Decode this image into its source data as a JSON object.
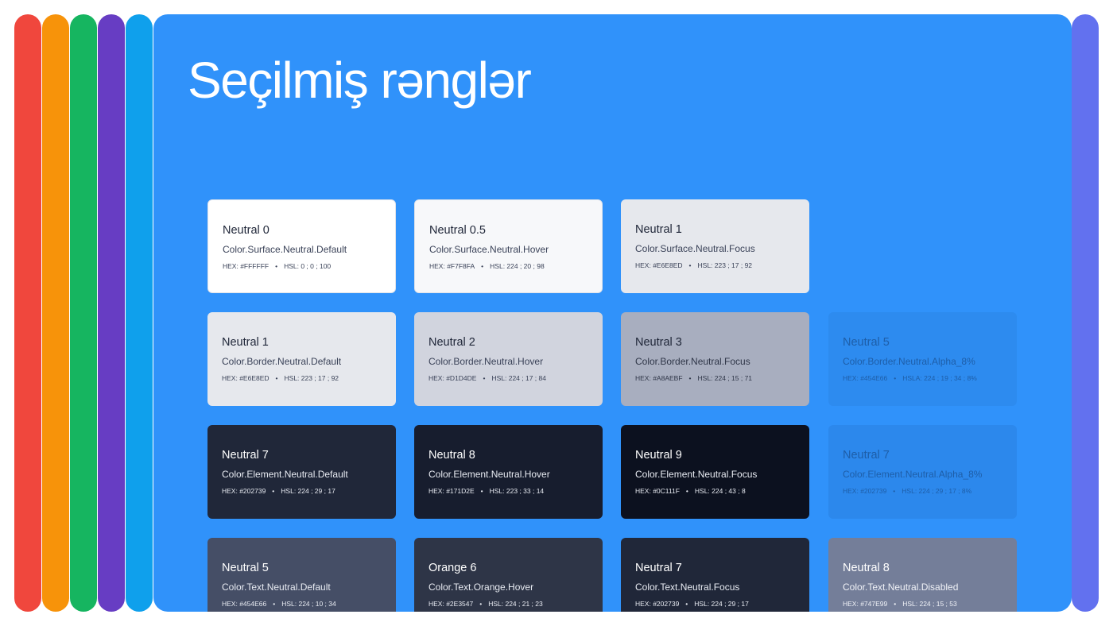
{
  "title": "Seçilmiş rənglər",
  "colors": {
    "strips": [
      "#F0473D",
      "#F7930A",
      "#16B560",
      "#673DC3",
      "#0FA0EC"
    ],
    "right_strip": "#6271EF",
    "panel": "#3092FA"
  },
  "cards": [
    {
      "name": "Neutral 0",
      "token": "Color.Surface.Neutral.Default",
      "hex": "HEX: #FFFFFF",
      "hsl": "HSL: 0 ; 0 ; 100",
      "bg": "#FFFFFF",
      "fg": "#202739",
      "sub": "#3a4258"
    },
    {
      "name": "Neutral 0.5",
      "token": "Color.Surface.Neutral.Hover",
      "hex": "HEX: #F7F8FA",
      "hsl": "HSL: 224 ; 20 ; 98",
      "bg": "#F7F8FA",
      "fg": "#202739",
      "sub": "#3a4258"
    },
    {
      "name": "Neutral 1",
      "token": "Color.Surface.Neutral.Focus",
      "hex": "HEX: #E6E8ED",
      "hsl": "HSL: 223 ; 17 ; 92",
      "bg": "#E6E8ED",
      "fg": "#202739",
      "sub": "#3a4258"
    },
    {
      "name": "Neutral 1",
      "token": "Color.Border.Neutral.Default",
      "hex": "HEX: #E6E8ED",
      "hsl": "HSL: 223 ; 17 ; 92",
      "bg": "#E6E8ED",
      "fg": "#202739",
      "sub": "#3a4258"
    },
    {
      "name": "Neutral 2",
      "token": "Color.Border.Neutral.Hover",
      "hex": "HEX: #D1D4DE",
      "hsl": "HSL: 224 ; 17 ; 84",
      "bg": "#D1D4DE",
      "fg": "#202739",
      "sub": "#3a4258"
    },
    {
      "name": "Neutral 3",
      "token": "Color.Border.Neutral.Focus",
      "hex": "HEX: #A8AEBF",
      "hsl": "HSL: 224 ; 15 ; 71",
      "bg": "#A8AEBF",
      "fg": "#202739",
      "sub": "#2f3648"
    },
    {
      "name": "Neutral 5",
      "token": "Color.Border.Neutral.Alpha_8%",
      "hex": "HEX: #454E66",
      "hsl": "HSLA: 224 ; 19 ; 34 ; 8%",
      "bg": "#2D8BEF",
      "fg": "#1e5ea8",
      "sub": "#1e5ea8"
    },
    {
      "name": "Neutral 7",
      "token": "Color.Element.Neutral.Default",
      "hex": "HEX: #202739",
      "hsl": "HSL: 224 ; 29 ; 17",
      "bg": "#202739",
      "fg": "#ffffff",
      "sub": "#e8ebf2"
    },
    {
      "name": "Neutral 8",
      "token": "Color.Element.Neutral.Hover",
      "hex": "HEX: #171D2E",
      "hsl": "HSL: 223 ; 33 ; 14",
      "bg": "#171D2E",
      "fg": "#ffffff",
      "sub": "#e8ebf2"
    },
    {
      "name": "Neutral 9",
      "token": "Color.Element.Neutral.Focus",
      "hex": "HEX: #0C111F",
      "hsl": "HSL: 224 ; 43 ; 8",
      "bg": "#0C111F",
      "fg": "#ffffff",
      "sub": "#e8ebf2"
    },
    {
      "name": "Neutral 7",
      "token": "Color.Element.Neutral.Alpha_8%",
      "hex": "HEX: #202739",
      "hsl": "HSL: 224 ; 29 ; 17 ; 8%",
      "bg": "#2C88EC",
      "fg": "#1e5ea8",
      "sub": "#1e5ea8"
    },
    {
      "name": "Neutral 5",
      "token": "Color.Text.Neutral.Default",
      "hex": "HEX: #454E66",
      "hsl": "HSL: 224 ; 10 ; 34",
      "bg": "#454E66",
      "fg": "#ffffff",
      "sub": "#e8ebf2"
    },
    {
      "name": "Orange 6",
      "token": "Color.Text.Orange.Hover",
      "hex": "HEX: #2E3547",
      "hsl": "HSL: 224 ; 21 ; 23",
      "bg": "#2E3547",
      "fg": "#ffffff",
      "sub": "#e8ebf2"
    },
    {
      "name": "Neutral 7",
      "token": "Color.Text.Neutral.Focus",
      "hex": "HEX: #202739",
      "hsl": "HSL: 224 ; 29 ; 17",
      "bg": "#202739",
      "fg": "#ffffff",
      "sub": "#e8ebf2"
    },
    {
      "name": "Neutral 8",
      "token": "Color.Text.Neutral.Disabled",
      "hex": "HEX: #747E99",
      "hsl": "HSL: 224 ; 15 ; 53",
      "bg": "#747E99",
      "fg": "#ffffff",
      "sub": "#f0f2f7"
    }
  ]
}
